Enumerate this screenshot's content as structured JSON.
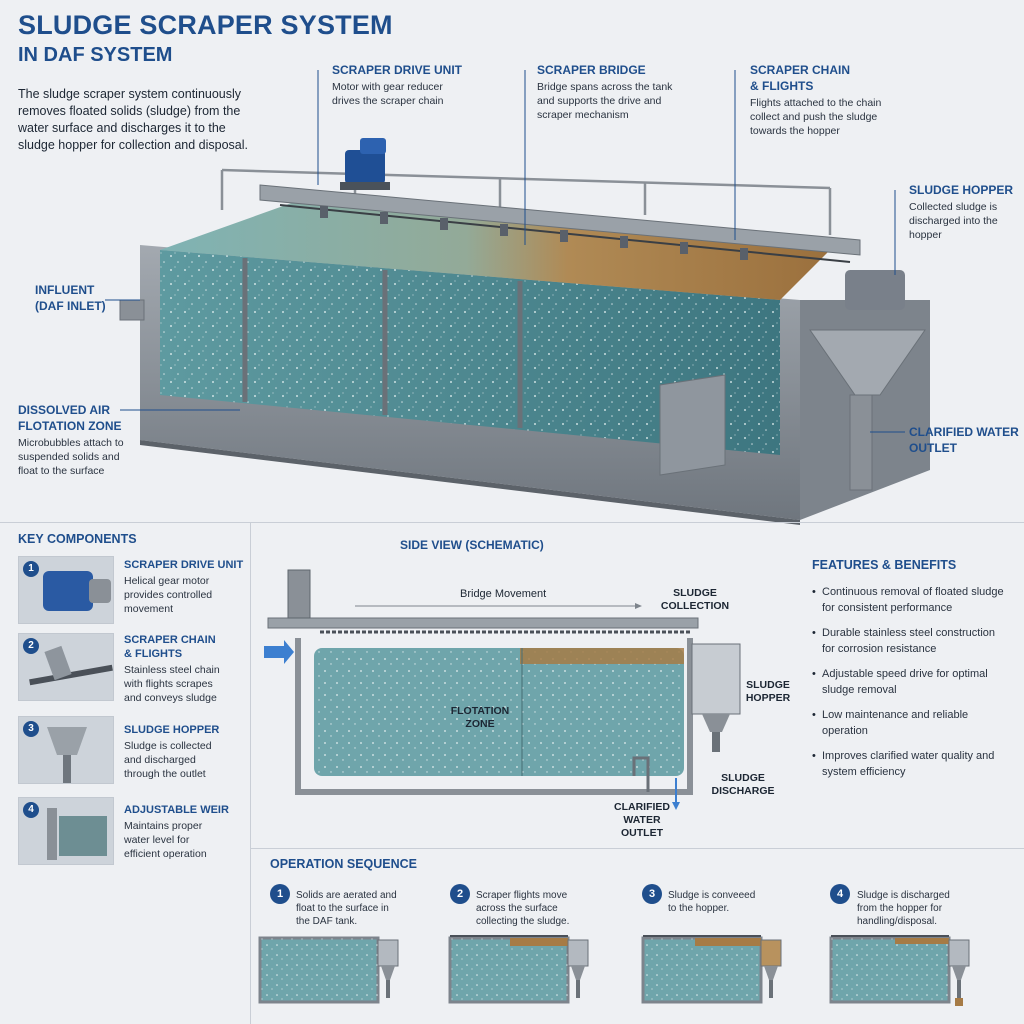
{
  "header": {
    "title_line1": "SLUDGE SCRAPER SYSTEM",
    "title_line2": "IN DAF SYSTEM",
    "intro": "The sludge scraper system continuously removes floated solids (sludge) from the water surface and discharges it to the sludge hopper for collection and disposal."
  },
  "callouts": {
    "drive_unit": {
      "title": "SCRAPER DRIVE UNIT",
      "text": "Motor with gear reducer\ndrives the scraper chain"
    },
    "bridge": {
      "title": "SCRAPER BRIDGE",
      "text": "Bridge spans across the tank\nand supports the drive and\nscraper mechanism"
    },
    "chain": {
      "title": "SCRAPER CHAIN\n& FLIGHTS",
      "text": "Flights attached to the chain\ncollect and push the sludge\ntowards the hopper"
    },
    "hopper": {
      "title": "SLUDGE HOPPER",
      "text": "Collected sludge is\ndischarged into the\nhopper"
    },
    "influent": {
      "title": "INFLUENT\n(DAF INLET)"
    },
    "daf_zone": {
      "title": "DISSOLVED AIR\nFLOTATION ZONE",
      "text": "Microbubbles attach to\nsuspended solids and\nfloat to the surface"
    },
    "clarified": {
      "title": "CLARIFIED WATER\nOUTLET"
    }
  },
  "key_components": {
    "heading": "KEY COMPONENTS",
    "items": [
      {
        "num": "1",
        "title": "SCRAPER DRIVE UNIT",
        "text": "Helical gear motor\nprovides controlled\nmovement"
      },
      {
        "num": "2",
        "title": "SCRAPER CHAIN\n& FLIGHTS",
        "text": "Stainless steel chain\nwith flights scrapes\nand conveys sludge"
      },
      {
        "num": "3",
        "title": "SLUDGE HOPPER",
        "text": "Sludge is collected\nand discharged\nthrough the outlet"
      },
      {
        "num": "4",
        "title": "ADJUSTABLE WEIR",
        "text": "Maintains proper\nwater level for\nefficient operation"
      }
    ]
  },
  "side_view": {
    "heading": "SIDE VIEW (SCHEMATIC)",
    "bridge_movement": "Bridge Movement",
    "sludge_collection": "SLUDGE\nCOLLECTION",
    "sludge_hopper": "SLUDGE\nHOPPER",
    "flotation_zone": "FLOTATION\nZONE",
    "sludge_discharge": "SLUDGE\nDISCHARGE",
    "clarified_outlet": "CLARIFIED\nWATER\nOUTLET"
  },
  "features": {
    "heading": "FEATURES & BENEFITS",
    "items": [
      "Continuous removal of floated sludge\nfor consistent performance",
      "Durable stainless steel construction\nfor corrosion resistance",
      "Adjustable speed drive for optimal\nsludge removal",
      "Low maintenance and reliable\noperation",
      "Improves clarified water quality and\nsystem efficiency"
    ]
  },
  "operation": {
    "heading": "OPERATION SEQUENCE",
    "steps": [
      {
        "num": "1",
        "text": "Solids are aerated and\nfloat to the surface in\nthe DAF tank."
      },
      {
        "num": "2",
        "text": "Scraper flights move\nacross the surface\ncollecting the sludge."
      },
      {
        "num": "3",
        "text": "Sludge is conveeed\nto the hopper."
      },
      {
        "num": "4",
        "text": "Sludge is discharged\nfrom the hopper for\nhandling/disposal."
      }
    ]
  },
  "colors": {
    "accent": "#1f4e8c",
    "water": "#4f8f95",
    "sludge": "#a57a45",
    "steel": "#8d949c"
  }
}
